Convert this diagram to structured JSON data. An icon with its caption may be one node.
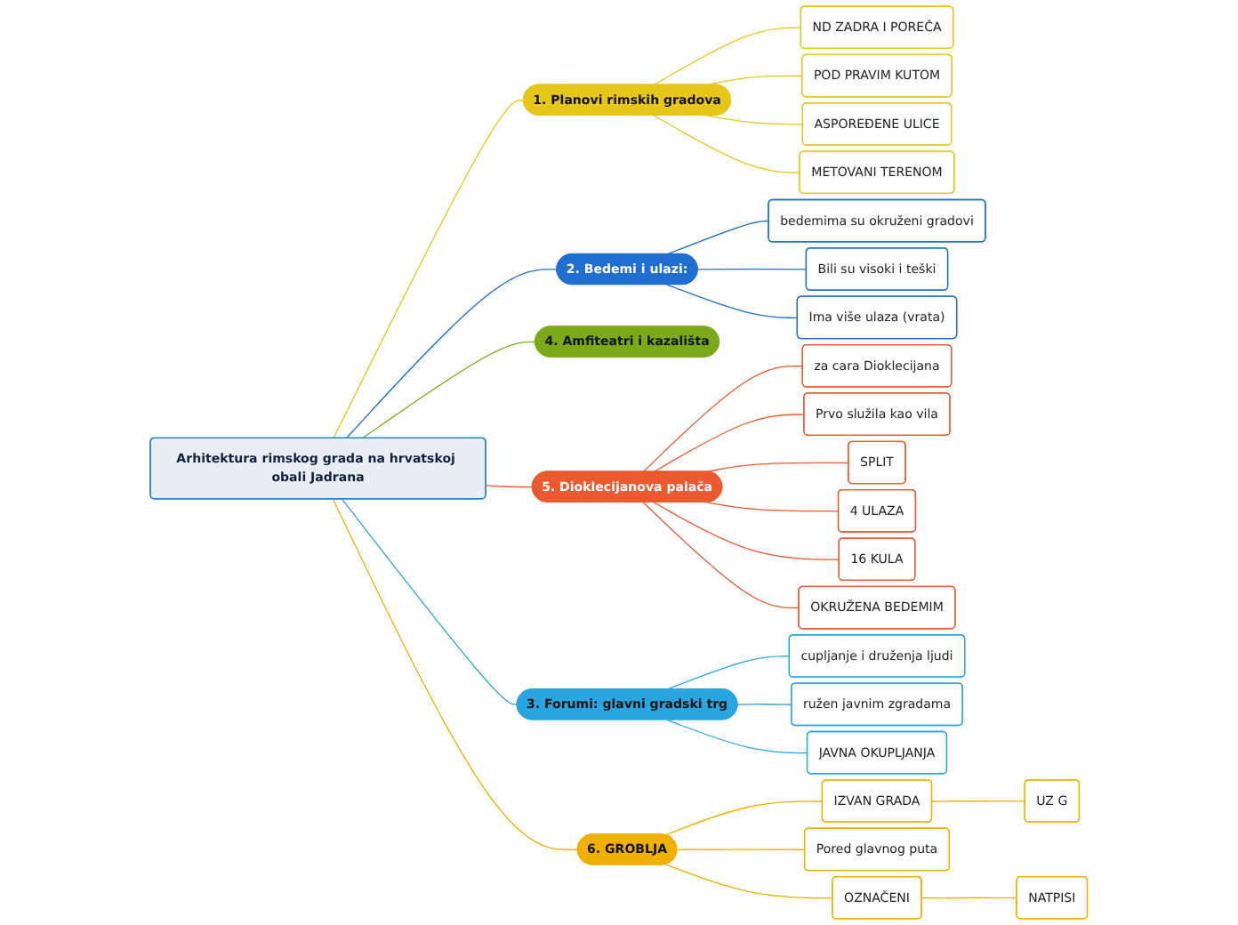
{
  "diagram": {
    "nodes": [
      {
        "text": [
          "Arhitektura rimskog grada na hrvatskoj obali Jadrana"
        ]
      },
      {
        "text": [
          "1. Planovi rimskih gradova"
        ]
      },
      {
        "text": [
          "ND ZADRA I POREČA"
        ]
      },
      {
        "text": [
          "POD PRAVIM KUTOM"
        ]
      },
      {
        "text": [
          "ASPOREĐENE ULICE"
        ]
      },
      {
        "text": [
          "METOVANI TERENOM"
        ]
      },
      {
        "text": [
          "2. Bedemi i ulazi:"
        ]
      },
      {
        "text": [
          "bedemima su okruženi gradovi"
        ]
      },
      {
        "text": [
          "Bili su visoki i teški"
        ]
      },
      {
        "text": [
          "Ima više ulaza (vrata)"
        ]
      },
      {
        "text": [
          "4. Amfiteatri i kazališta"
        ]
      },
      {
        "text": [
          "5. Dioklecijanova palača"
        ]
      },
      {
        "text": [
          "za cara Dioklecijana"
        ]
      },
      {
        "text": [
          "Prvo služila kao vila"
        ]
      },
      {
        "text": [
          "SPLIT"
        ]
      },
      {
        "text": [
          "4 ULAZA"
        ]
      },
      {
        "text": [
          "16 KULA"
        ]
      },
      {
        "text": [
          "OKRUŽENA BEDEMIM"
        ]
      },
      {
        "text": [
          "3. Forumi: glavni gradski trg"
        ]
      },
      {
        "text": [
          "cupljanje i druženja ljudi"
        ]
      },
      {
        "text": [
          "ružen javnim zgradama"
        ]
      },
      {
        "text": [
          "JAVNA OKUPLJANJA"
        ]
      },
      {
        "text": [
          "6. GROBLJA"
        ]
      },
      {
        "text": [
          "IZVAN GRADA"
        ]
      },
      {
        "text": [
          "UZ G"
        ]
      },
      {
        "text": [
          "Pored glavnog puta"
        ]
      },
      {
        "text": [
          "OZNAČENI"
        ]
      },
      {
        "text": [
          "NATPISI"
        ]
      }
    ],
    "edges": [
      {
        "from": 0,
        "to": 1,
        "arrow": "none",
        "color": "#e6c619"
      },
      {
        "from": 1,
        "to": 2,
        "arrow": "none",
        "color": "#e6c619"
      },
      {
        "from": 1,
        "to": 3,
        "arrow": "none",
        "color": "#e6c619"
      },
      {
        "from": 1,
        "to": 4,
        "arrow": "none",
        "color": "#e6c619"
      },
      {
        "from": 1,
        "to": 5,
        "arrow": "none",
        "color": "#e6c619"
      },
      {
        "from": 0,
        "to": 6,
        "arrow": "none",
        "color": "#1f6fd0"
      },
      {
        "from": 6,
        "to": 7,
        "arrow": "none",
        "color": "#1f6fd0"
      },
      {
        "from": 6,
        "to": 8,
        "arrow": "none",
        "color": "#1f6fd0"
      },
      {
        "from": 6,
        "to": 9,
        "arrow": "none",
        "color": "#1f6fd0"
      },
      {
        "from": 0,
        "to": 10,
        "arrow": "none",
        "color": "#7aaa1a"
      },
      {
        "from": 0,
        "to": 11,
        "arrow": "none",
        "color": "#ea5a2e"
      },
      {
        "from": 11,
        "to": 12,
        "arrow": "none",
        "color": "#ea5a2e"
      },
      {
        "from": 11,
        "to": 13,
        "arrow": "none",
        "color": "#ea5a2e"
      },
      {
        "from": 11,
        "to": 14,
        "arrow": "none",
        "color": "#ea5a2e"
      },
      {
        "from": 11,
        "to": 15,
        "arrow": "none",
        "color": "#ea5a2e"
      },
      {
        "from": 11,
        "to": 16,
        "arrow": "none",
        "color": "#ea5a2e"
      },
      {
        "from": 11,
        "to": 17,
        "arrow": "none",
        "color": "#ea5a2e"
      },
      {
        "from": 0,
        "to": 18,
        "arrow": "none",
        "color": "#29a6e0"
      },
      {
        "from": 18,
        "to": 19,
        "arrow": "none",
        "color": "#29a6e0"
      },
      {
        "from": 18,
        "to": 20,
        "arrow": "none",
        "color": "#29a6e0"
      },
      {
        "from": 18,
        "to": 21,
        "arrow": "none",
        "color": "#29a6e0"
      },
      {
        "from": 0,
        "to": 22,
        "arrow": "none",
        "color": "#f0b000"
      },
      {
        "from": 22,
        "to": 23,
        "arrow": "none",
        "color": "#f0b000"
      },
      {
        "from": 23,
        "to": 24,
        "arrow": "none",
        "color": "#f0b000"
      },
      {
        "from": 22,
        "to": 25,
        "arrow": "none",
        "color": "#f0b000"
      },
      {
        "from": 22,
        "to": 26,
        "arrow": "none",
        "color": "#f0b000"
      },
      {
        "from": 26,
        "to": 27,
        "arrow": "none",
        "color": "#f0b000"
      }
    ]
  }
}
